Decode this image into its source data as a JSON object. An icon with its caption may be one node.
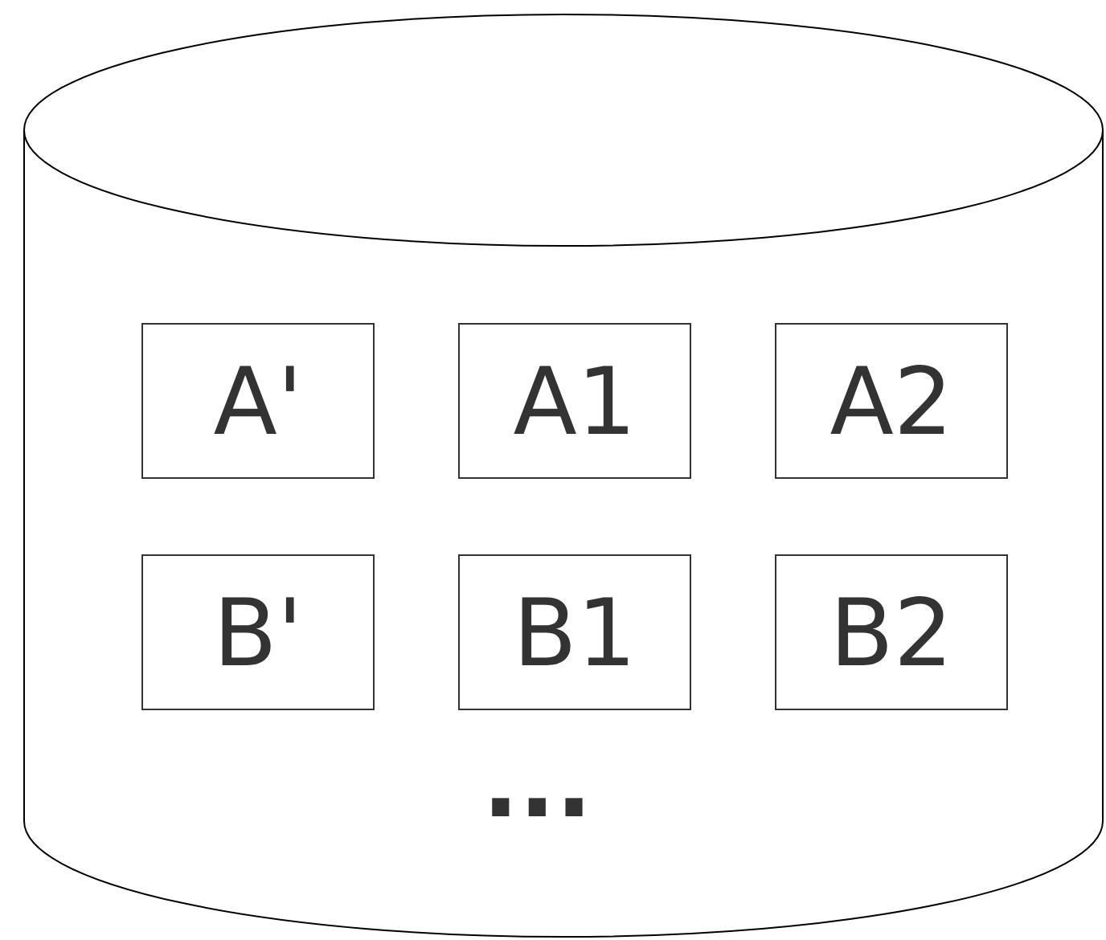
{
  "diagram": {
    "nodes": [
      {
        "text": [],
        "shape": "cylinder"
      },
      {
        "text": [
          "A'"
        ],
        "in": 0
      },
      {
        "text": [
          "A1"
        ],
        "in": 0
      },
      {
        "text": [
          "A2"
        ],
        "in": 0
      },
      {
        "text": [
          "B'"
        ],
        "in": 0
      },
      {
        "text": [
          "B1"
        ],
        "in": 0
      },
      {
        "text": [
          "B2"
        ],
        "in": 0
      }
    ],
    "labels": [
      "..."
    ]
  }
}
